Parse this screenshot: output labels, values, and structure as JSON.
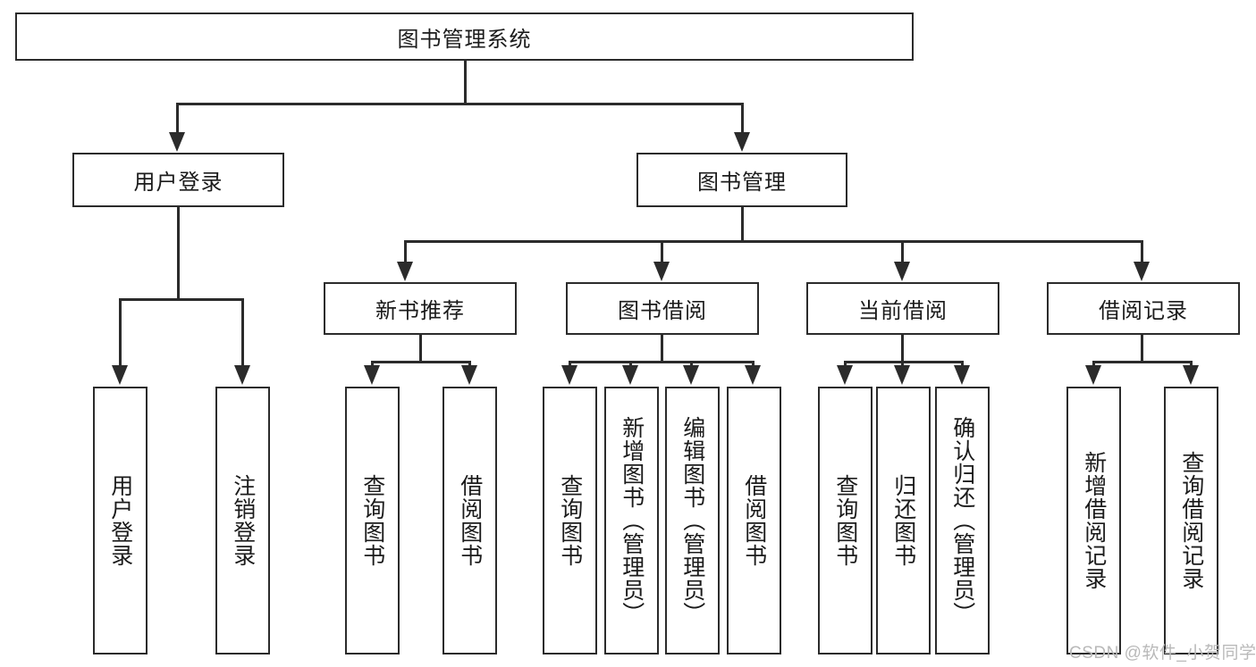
{
  "diagram": {
    "title": "图书管理系统",
    "root": {
      "label": "图书管理系统"
    },
    "level2": [
      {
        "label": "用户登录"
      },
      {
        "label": "图书管理"
      }
    ],
    "level3": [
      {
        "label": "新书推荐"
      },
      {
        "label": "图书借阅"
      },
      {
        "label": "当前借阅"
      },
      {
        "label": "借阅记录"
      }
    ],
    "leaves": {
      "user_login": [
        {
          "label": "用户登录"
        },
        {
          "label": "注销登录"
        }
      ],
      "new_book_recommend": [
        {
          "label": "查询图书"
        },
        {
          "label": "借阅图书"
        }
      ],
      "book_borrow": [
        {
          "label": "查询图书"
        },
        {
          "label": "新增图书（管理员）"
        },
        {
          "label": "编辑图书（管理员）"
        },
        {
          "label": "借阅图书"
        }
      ],
      "current_borrow": [
        {
          "label": "查询图书"
        },
        {
          "label": "归还图书"
        },
        {
          "label": "确认归还（管理员）"
        }
      ],
      "borrow_record": [
        {
          "label": "新增借阅记录"
        },
        {
          "label": "查询借阅记录"
        }
      ]
    }
  },
  "watermark": {
    "text": "CSDN @软件_小贺同学"
  },
  "colors": {
    "stroke": "#2b2b2b",
    "background": "#ffffff",
    "text": "#1b1b1b",
    "watermark": "#b9b9b9"
  }
}
